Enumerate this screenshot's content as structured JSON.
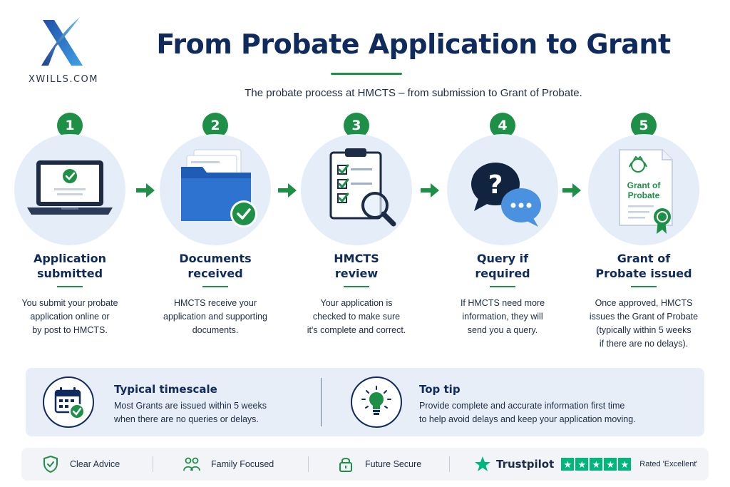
{
  "brand": {
    "logo_text": "XWILLS.COM"
  },
  "header": {
    "title": "From Probate Application to Grant",
    "subtitle": "The probate process at HMCTS – from submission to Grant of Probate."
  },
  "steps": [
    {
      "number": "1",
      "title_lines": [
        "Application",
        "submitted"
      ],
      "desc_lines": [
        "You submit your probate",
        "application online or",
        "by post to HMCTS."
      ],
      "icon": "laptop-check-icon"
    },
    {
      "number": "2",
      "title_lines": [
        "Documents",
        "received"
      ],
      "desc_lines": [
        "HMCTS receive your",
        "application and supporting",
        "documents."
      ],
      "icon": "folder-check-icon"
    },
    {
      "number": "3",
      "title_lines": [
        "HMCTS",
        "review"
      ],
      "desc_lines": [
        "Your application is",
        "checked to make sure",
        "it's complete and correct."
      ],
      "icon": "clipboard-magnifier-icon"
    },
    {
      "number": "4",
      "title_lines": [
        "Query if",
        "required"
      ],
      "desc_lines": [
        "If HMCTS need more",
        "information, they will",
        "send you a query."
      ],
      "icon": "speech-bubbles-icon"
    },
    {
      "number": "5",
      "title_lines": [
        "Grant of",
        "Probate issued"
      ],
      "desc_lines": [
        "Once approved, HMCTS",
        "issues the Grant of Probate",
        "(typically within 5 weeks",
        "if there are no delays)."
      ],
      "icon": "certificate-icon",
      "document_lines": [
        "Grant of",
        "Probate"
      ]
    }
  ],
  "info": {
    "timescale": {
      "title": "Typical timescale",
      "lines": [
        "Most Grants are issued within 5 weeks",
        "when there are no queries or delays."
      ],
      "icon": "calendar-check-icon"
    },
    "tip": {
      "title": "Top tip",
      "lines": [
        "Provide complete and accurate information first time",
        "to help avoid delays and keep your application moving."
      ],
      "icon": "lightbulb-icon"
    }
  },
  "footer": {
    "items": [
      {
        "label": "Clear Advice",
        "icon": "shield-check-icon"
      },
      {
        "label": "Family Focused",
        "icon": "family-icon"
      },
      {
        "label": "Future Secure",
        "icon": "padlock-icon"
      }
    ],
    "trustpilot": {
      "name": "Trustpilot",
      "stars": 5,
      "rating_text": "Rated 'Excellent'"
    }
  },
  "colors": {
    "navy": "#0f2a5c",
    "green": "#1e8f46",
    "light_blue": "#e4edf8",
    "trustpilot_green": "#00b67a",
    "folder_blue": "#2f6fc7"
  }
}
